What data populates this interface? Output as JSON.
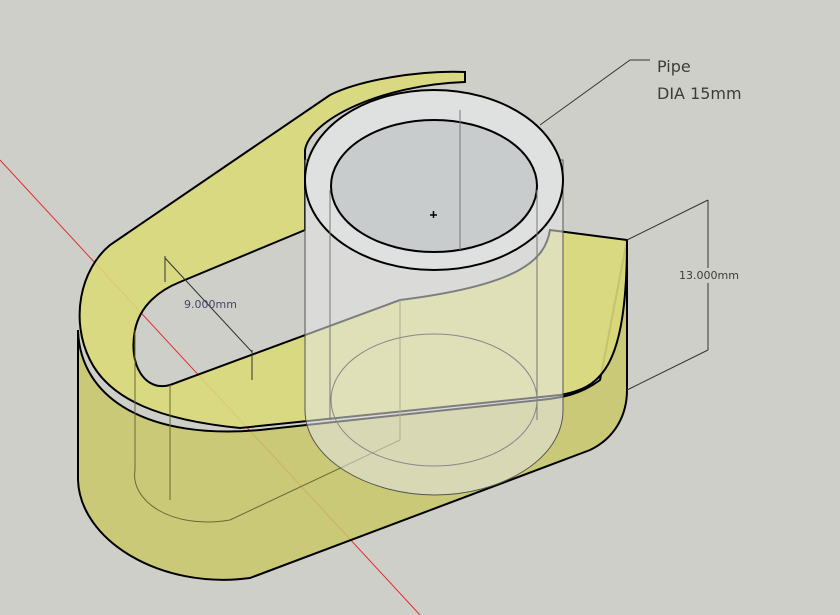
{
  "model": {
    "pipe_label": {
      "line1": "Pipe",
      "line2": "DIA 15mm"
    },
    "dimension_height": "13.000mm",
    "dimension_slot": "9.000mm"
  },
  "colors": {
    "background": "#cfcfca",
    "bracket_top": "#d9d97a",
    "bracket_side": "#c8c86a",
    "pipe": "#dcdede",
    "axis_red": "#e03030"
  }
}
